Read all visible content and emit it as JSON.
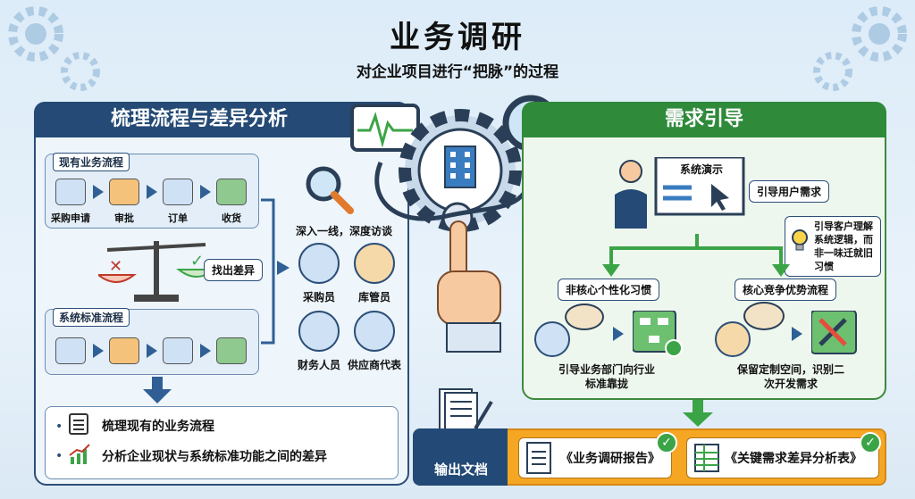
{
  "header": {
    "title": "业务调研",
    "subtitle": "对企业项目进行“把脉”的过程"
  },
  "left": {
    "heading": "梳理流程与差异分析",
    "current_flow": {
      "tag": "现有业务流程",
      "steps": [
        "采购申请",
        "审批",
        "订单",
        "收货"
      ]
    },
    "find_diff": "找出差异",
    "standard_flow": {
      "tag": "系统标准流程"
    },
    "interview": "深入一线，深度访谈",
    "people": [
      "采购员",
      "库管员",
      "财务人员",
      "供应商代表"
    ],
    "bullets": [
      "梳理现有的业务流程",
      "分析企业现状与系统标准功能之间的差异"
    ]
  },
  "right": {
    "heading": "需求引导",
    "demo_label": "系统演示",
    "guide_user": "引导用户需求",
    "guide_logic": "引导客户理解系统逻辑，而非一味迁就旧习惯",
    "branch_left": "非核心个性化习惯",
    "branch_right": "核心竞争优势流程",
    "left_result": "引导业务部门向行业标准靠拢",
    "right_result": "保留定制空间，识别二次开发需求"
  },
  "output": {
    "label": "输出文档",
    "doc1": "《业务调研报告》",
    "doc2": "《关键需求差异分析表》"
  },
  "colors": {
    "navy": "#244a75",
    "green": "#2f8a3a",
    "orange": "#f5a623"
  }
}
